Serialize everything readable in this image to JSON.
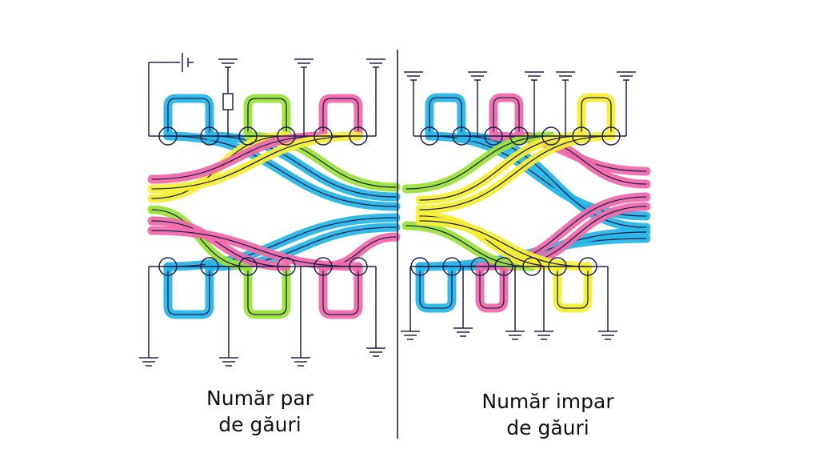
{
  "captions": {
    "even": {
      "line1": "Număr par",
      "line2": "de găuri"
    },
    "odd": {
      "line1": "Număr impar",
      "line2": "de găuri"
    }
  },
  "colors": {
    "background": "#ffffff",
    "wire": "#1e2150",
    "blue": "#29b6e8",
    "green": "#9be33a",
    "pink": "#f06aa8",
    "yellow": "#f7ee33"
  },
  "icons": {
    "ground": "ground-symbol-icon",
    "battery": "battery-symbol-icon",
    "resistor": "resistor-symbol-icon",
    "hole": "hole-circle-icon"
  }
}
